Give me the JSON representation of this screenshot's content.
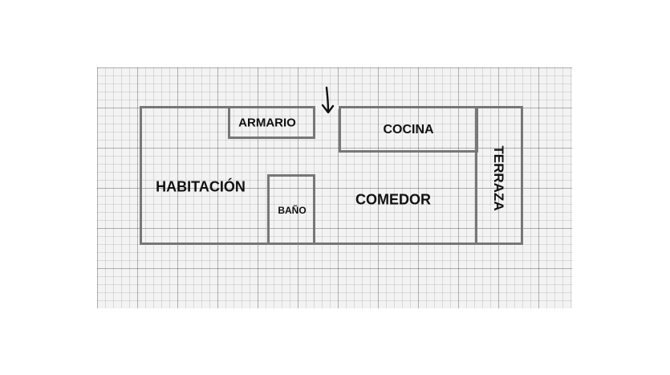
{
  "plan": {
    "rooms": {
      "armario": "ARMARIO",
      "cocina": "COCINA",
      "habitacion": "HABITACIÓN",
      "bano": "BAÑO",
      "comedor": "COMEDOR",
      "terraza": "TERRAZA"
    },
    "colors": {
      "wall": "#777777",
      "text": "#111111",
      "grid_background": "#f3f3f3"
    },
    "icons": {
      "entrance_arrow": "arrow-down-icon"
    }
  }
}
